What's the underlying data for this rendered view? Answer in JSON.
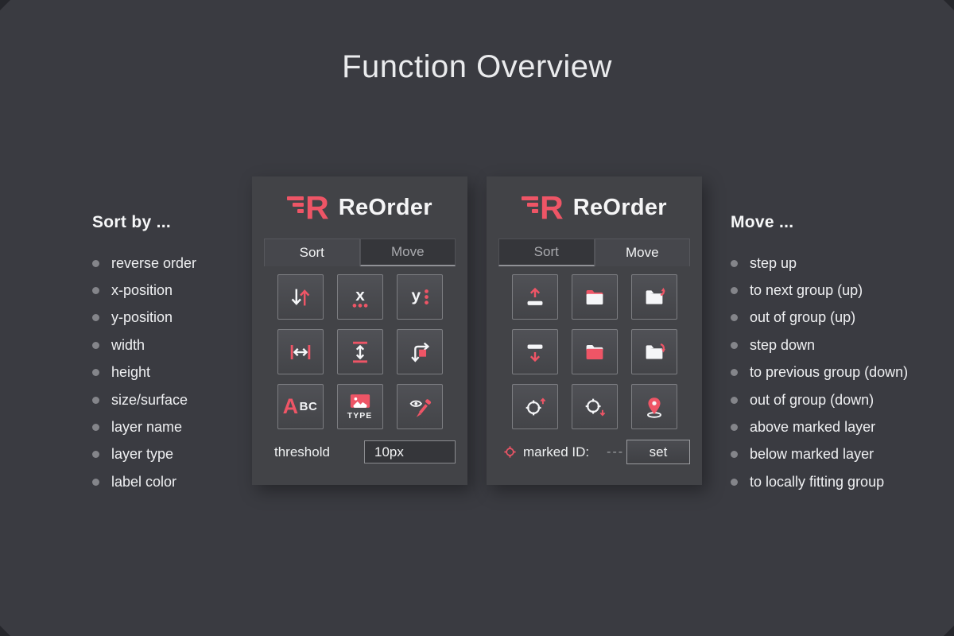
{
  "page": {
    "title": "Function Overview"
  },
  "colors": {
    "accent_pink": "#ee5566",
    "page_bg": "#3a3b41",
    "panel_bg": "#424347",
    "icon_white": "#f5f6f8"
  },
  "sort_list": {
    "heading": "Sort by ...",
    "items": [
      "reverse order",
      "x-position",
      "y-position",
      "width",
      "height",
      "size/surface",
      "layer name",
      "layer type",
      "label color"
    ]
  },
  "move_list": {
    "heading": "Move ...",
    "items": [
      "step up",
      "to next group (up)",
      "out of group (up)",
      "step down",
      "to previous group (down)",
      "out of group (down)",
      "above marked layer",
      "below marked layer",
      "to locally fitting group"
    ]
  },
  "sort_panel": {
    "app_name": "ReOrder",
    "logo_icon": "reorder-logo-icon",
    "tabs": [
      {
        "label": "Sort"
      },
      {
        "label": "Move"
      }
    ],
    "active_tab": "Sort",
    "button_icons": [
      "reverse-order-icon",
      "x-position-icon",
      "y-position-icon",
      "width-icon",
      "height-icon",
      "size-surface-icon",
      "layer-name-icon",
      "layer-type-icon",
      "label-color-icon"
    ],
    "x_glyph": "x",
    "y_glyph": "y",
    "layer_name_a": "A",
    "layer_name_bc": "BC",
    "layer_type_label": "TYPE",
    "threshold_label": "threshold",
    "threshold_value": "10px"
  },
  "move_panel": {
    "app_name": "ReOrder",
    "logo_icon": "reorder-logo-icon",
    "tabs": [
      {
        "label": "Sort"
      },
      {
        "label": "Move"
      }
    ],
    "active_tab": "Move",
    "button_icons": [
      "step-up-icon",
      "next-group-up-icon",
      "out-of-group-up-icon",
      "step-down-icon",
      "previous-group-down-icon",
      "out-of-group-down-icon",
      "above-marked-icon",
      "below-marked-icon",
      "locally-fitting-group-icon"
    ],
    "marked_id_label": "marked ID:",
    "marked_id_value": "---",
    "set_button": "set"
  }
}
